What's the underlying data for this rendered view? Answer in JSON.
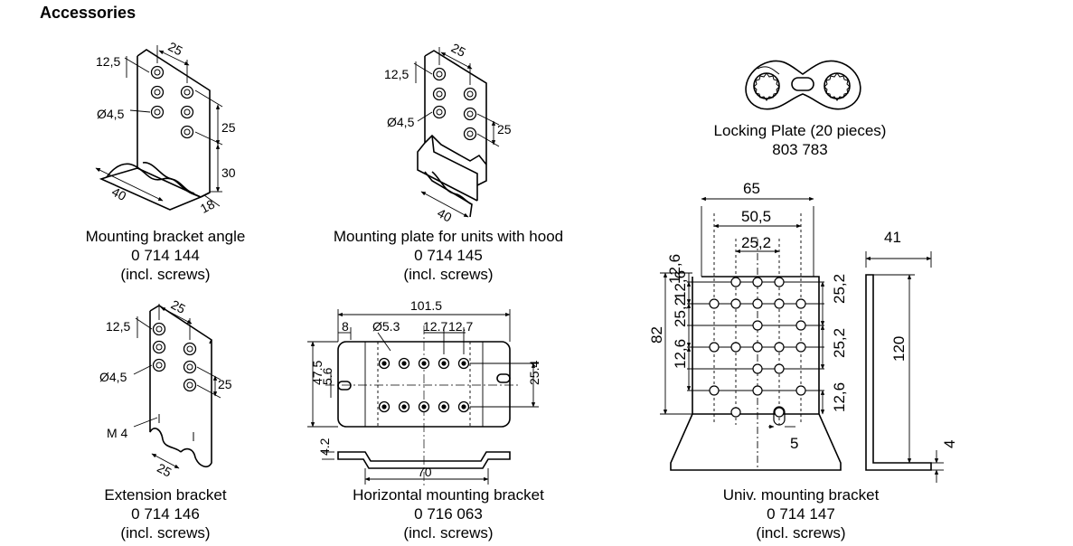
{
  "page": {
    "title": "Accessories"
  },
  "items": [
    {
      "name": "Mounting bracket angle",
      "part_no": "0 714 144",
      "note": "(incl. screws)",
      "dims": {
        "hole_offset": "12,5",
        "hole_spacing_top": "25",
        "hole_diameter": "Ø4,5",
        "hole_spacing_right": "25",
        "height_low": "30",
        "width": "40",
        "depth": "18"
      }
    },
    {
      "name": "Mounting plate for units with hood",
      "part_no": "0 714 145",
      "note": "(incl. screws)",
      "dims": {
        "hole_offset": "12,5",
        "hole_spacing_top": "25",
        "hole_diameter": "Ø4,5",
        "hole_spacing_right": "25",
        "width": "40"
      }
    },
    {
      "name": "Locking Plate (20 pieces)",
      "part_no": "803 783",
      "note": ""
    },
    {
      "name": "Extension bracket",
      "part_no": "0 714 146",
      "note": "(incl. screws)",
      "dims": {
        "hole_offset": "12,5",
        "hole_spacing_top": "25",
        "hole_diameter": "Ø4,5",
        "hole_spacing_right": "25",
        "thread": "M 4",
        "width": "25"
      }
    },
    {
      "name": "Horizontal mounting bracket",
      "part_no": "0 716 063",
      "note": "(incl. screws)",
      "dims": {
        "length": "101.5",
        "edge": "8",
        "hole_diameter": "Ø5.3",
        "pitch_a": "12.7",
        "pitch_b": "12.7",
        "height": "47.5",
        "slot": "5.6",
        "row_spacing": "25.4",
        "step": "4.2",
        "base": "70"
      }
    },
    {
      "name": "Univ. mounting bracket",
      "part_no": "0 714 147",
      "note": "(incl. screws)",
      "dims": {
        "width": "65",
        "pitch_outer": "50,5",
        "pitch_inner": "25,2",
        "height": "82",
        "left_a": "12,6",
        "left_b": "12,6",
        "left_c": "25,2",
        "left_d": "12,6",
        "right_a": "25,2",
        "right_b": "25,2",
        "right_c": "12,6",
        "slot": "5",
        "side_width": "41",
        "side_height": "120",
        "thickness": "4"
      }
    }
  ]
}
